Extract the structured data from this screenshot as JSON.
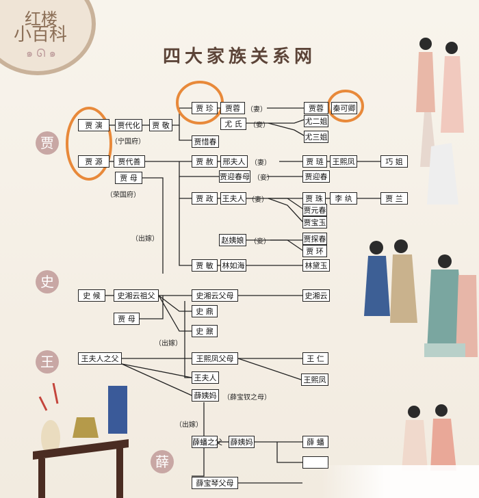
{
  "badge": {
    "line1": "红楼",
    "line2": "小百科"
  },
  "title": "四大家族关系网",
  "families": {
    "jia": "贾",
    "shi": "史",
    "wang": "王",
    "xue": "薛"
  },
  "nodes": {
    "jia_yan": "贾 演",
    "jia_daihua": "贾代化",
    "jia_jing": "贾 敬",
    "jia_zhen": "贾 珍",
    "jia_rong": "贾蓉",
    "jia_rong_wife": "秦可卿",
    "you_shi": "尤 氏",
    "you_erjie": "尤二姐",
    "you_sanjie": "尤三姐",
    "jia_xichun": "贾惜春",
    "jia_yuan": "贾 源",
    "jia_daishan": "贾代善",
    "jia_mu": "贾 母",
    "jia_she": "贾 赦",
    "xing_furen": "邢夫人",
    "jia_lian": "贾 琏",
    "wang_xifeng": "王熙凤",
    "qiao_jie": "巧 姐",
    "jia_yingchun_mu": "贾迎春母",
    "jia_yingchun": "贾迎春",
    "jia_zheng": "贾 政",
    "wang_furen": "王夫人",
    "jia_zhu": "贾 珠",
    "li_wan": "李 纨",
    "jia_lan": "贾 兰",
    "jia_yuanchun": "贾元春",
    "jia_baoyu": "贾宝玉",
    "zhao_yiniang": "赵姨娘",
    "jia_tanchun": "贾探春",
    "jia_huan": "贾 环",
    "jia_min": "贾 敏",
    "lin_ruhai": "林如海",
    "lin_daiyu": "林黛玉",
    "shi_hou": "史 候",
    "shi_xiangyun_zufu": "史湘云祖父",
    "shi_xiangyun_fumu": "史湘云父母",
    "shi_xiangyun": "史湘云",
    "jia_mu2": "贾 母",
    "shi_ding": "史 鼎",
    "shi_nai": "史 鼐",
    "wang_furen_zhifu": "王夫人之父",
    "wang_xifeng_fumu": "王熙凤父母",
    "wang_ren": "王 仁",
    "wang_xifeng2": "王熙凤",
    "wang_furen2": "王夫人",
    "xue_yima": "薛姨妈",
    "xue_pan_zhifu": "薛蟠之父",
    "xue_yima2": "薛姨妈",
    "xue_pan": "薛 蟠",
    "xue_baoqin_fumu": "薛宝琴父母"
  },
  "labels": {
    "ningguo": "（宁国府）",
    "rongguo": "（荣国府）",
    "chujia1": "（出嫁）",
    "chujia2": "（出嫁）",
    "chujia3": "（出嫁）",
    "xue_baochai_zhimu": "（薛宝钗之母）"
  },
  "relations": {
    "qi1": "（妻）",
    "qie1": "（妾）",
    "qi2": "（妻）",
    "qie2": "（妾）",
    "qi3": "（妻）",
    "qie3": "（妾）"
  }
}
